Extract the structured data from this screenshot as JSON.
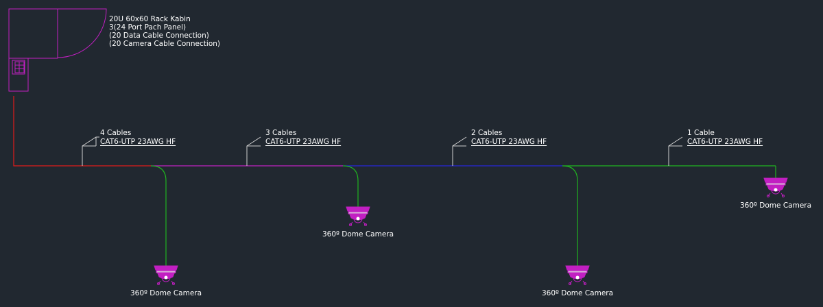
{
  "rack": {
    "title": "20U 60x60 Rack Kabin",
    "line2": "3(24 Port Pach Panel)",
    "line3": "(20 Data Cable Connection)",
    "line4": "(20 Camera Cable Connection)"
  },
  "segments": [
    {
      "count": "4 Cables",
      "cable": "CAT6-UTP 23AWG HF"
    },
    {
      "count": "3 Cables",
      "cable": "CAT6-UTP 23AWG HF"
    },
    {
      "count": "2 Cables",
      "cable": "CAT6-UTP 23AWG HF"
    },
    {
      "count": "1 Cable",
      "cable": "CAT6-UTP 23AWG HF"
    }
  ],
  "cameras": [
    {
      "label": "360º Dome Camera"
    },
    {
      "label": "360º Dome Camera"
    },
    {
      "label": "360º Dome Camera"
    },
    {
      "label": "360º Dome Camera"
    }
  ],
  "colors": {
    "background": "#212830",
    "rack": "#c21fc2",
    "cable_red": "#e01b1b",
    "cable_magenta": "#c021c0",
    "cable_blue": "#2727d9",
    "cable_green": "#20b520",
    "leader": "#cfcfcf",
    "camera": "#c21fc2"
  }
}
